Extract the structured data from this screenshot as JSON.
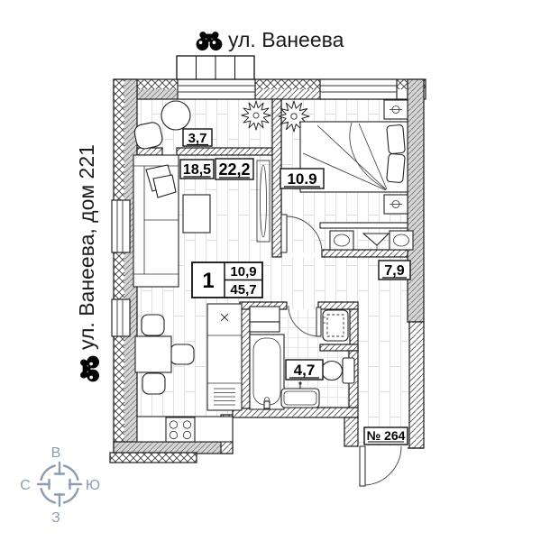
{
  "titles": {
    "top_street": "ул. Ванеева",
    "side_building": "ул. Ванеева, дом 221"
  },
  "unit_card": {
    "rooms_count": "1",
    "living_area": "10,9",
    "total_area": "45,7"
  },
  "room_labels": {
    "loggia": "3,7",
    "living_zone": "18,5",
    "kitchen_living": "22,2",
    "bedroom": "10.9",
    "hallway": "7,9",
    "bathroom": "4,7"
  },
  "entrance": {
    "apartment_number": "№ 264"
  },
  "compass": {
    "top": "В",
    "right": "Ю",
    "left": "С",
    "bottom": "З"
  },
  "colors": {
    "wall_gray": "#d5d5d5",
    "compass": "#8c9db0",
    "line": "#1a1a1a",
    "floor_line": "#e0e0e0"
  }
}
